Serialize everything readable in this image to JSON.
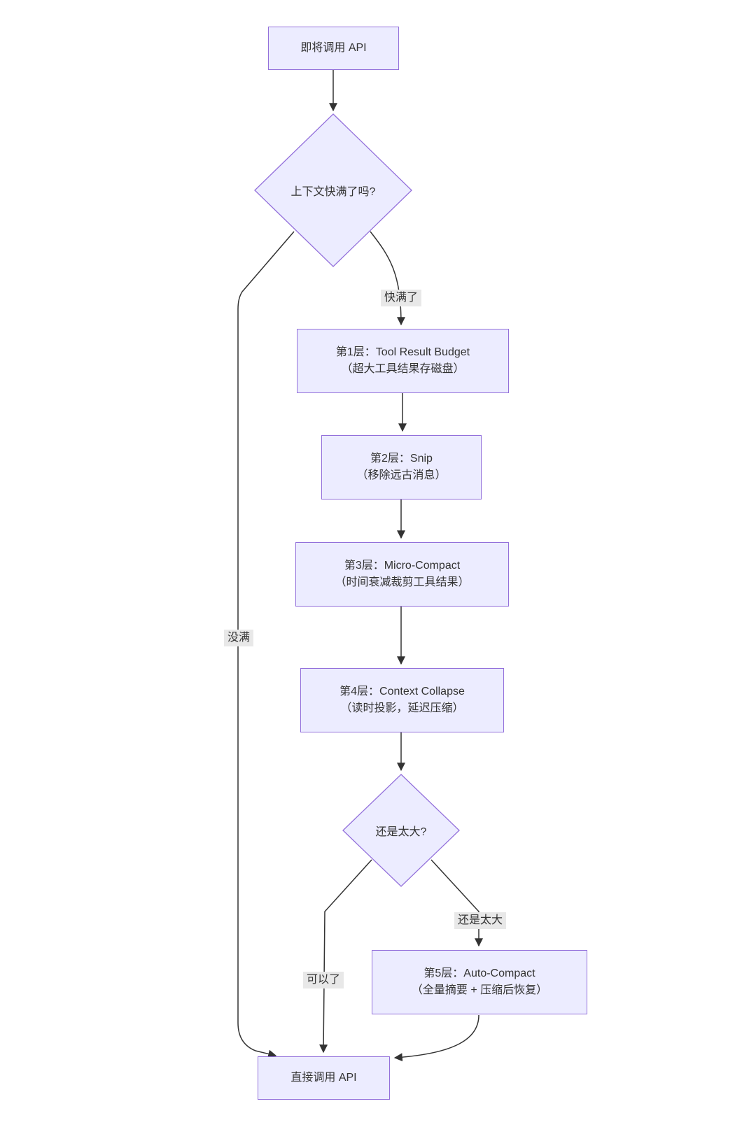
{
  "diagram": {
    "nodes": {
      "start": {
        "label": "即将调用 API"
      },
      "decision_context_full": {
        "label": "上下文快满了吗?"
      },
      "layer1": {
        "line1": "第1层：Tool Result Budget",
        "line2": "（超大工具结果存磁盘）"
      },
      "layer2": {
        "line1": "第2层：Snip",
        "line2": "（移除远古消息）"
      },
      "layer3": {
        "line1": "第3层：Micro-Compact",
        "line2": "（时间衰减裁剪工具结果）"
      },
      "layer4": {
        "line1": "第4层：Context Collapse",
        "line2": "（读时投影，延迟压缩）"
      },
      "decision_still_big": {
        "label": "还是太大?"
      },
      "layer5": {
        "line1": "第5层：Auto-Compact",
        "line2": "（全量摘要 + 压缩后恢复）"
      },
      "end": {
        "label": "直接调用 API"
      }
    },
    "edge_labels": {
      "almost_full": "快满了",
      "not_full": "没满",
      "still_too_big": "还是太大",
      "ok_now": "可以了"
    },
    "colors": {
      "node_fill": "#ECECFF",
      "node_border": "#9370DB",
      "edge": "#333333",
      "label_bg": "#e8e8e8"
    }
  }
}
